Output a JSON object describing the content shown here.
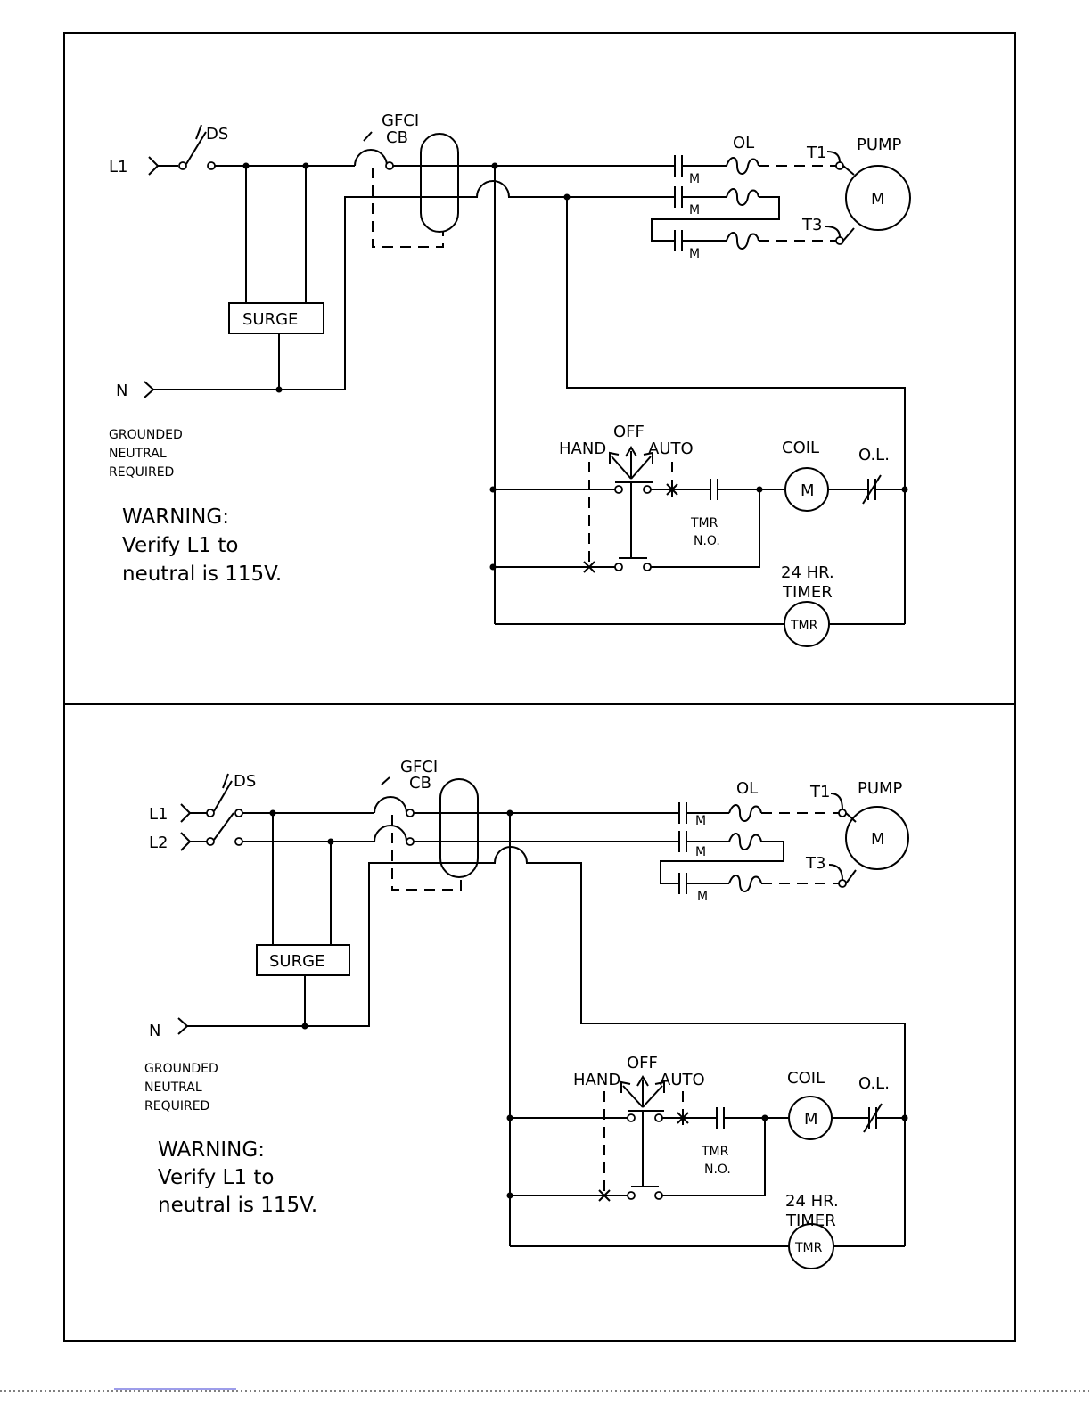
{
  "panels": [
    {
      "lines": [
        "L1",
        "N"
      ],
      "disconnect": "DS",
      "gfci": [
        "GFCI",
        "CB"
      ],
      "surge": "SURGE",
      "overload": "OL",
      "contact_label": "M",
      "terminals": [
        "T1",
        "T3"
      ],
      "pump": "PUMP",
      "motor": "M",
      "neutral_note": [
        "GROUNDED",
        "NEUTRAL",
        "REQUIRED"
      ],
      "warning": [
        "WARNING:",
        "Verify L1 to",
        "neutral is 115V."
      ],
      "selector": [
        "HAND",
        "OFF",
        "AUTO"
      ],
      "coil_label": "COIL",
      "coil_symbol": "M",
      "ol_contact": "O.L.",
      "timer_contact": [
        "TMR",
        "N.O."
      ],
      "timer_label": [
        "24 HR.",
        "TIMER"
      ],
      "timer_symbol": "TMR"
    },
    {
      "lines": [
        "L1",
        "L2",
        "N"
      ],
      "disconnect": "DS",
      "gfci": [
        "GFCI",
        "CB"
      ],
      "surge": "SURGE",
      "overload": "OL",
      "contact_label": "M",
      "terminals": [
        "T1",
        "T3"
      ],
      "pump": "PUMP",
      "motor": "M",
      "neutral_note": [
        "GROUNDED",
        "NEUTRAL",
        "REQUIRED"
      ],
      "warning": [
        "WARNING:",
        "Verify L1 to",
        "neutral is 115V."
      ],
      "selector": [
        "HAND",
        "OFF",
        "AUTO"
      ],
      "coil_label": "COIL",
      "coil_symbol": "M",
      "ol_contact": "O.L.",
      "timer_contact": [
        "TMR",
        "N.O."
      ],
      "timer_label": [
        "24 HR.",
        "TIMER"
      ],
      "timer_symbol": "TMR"
    }
  ]
}
